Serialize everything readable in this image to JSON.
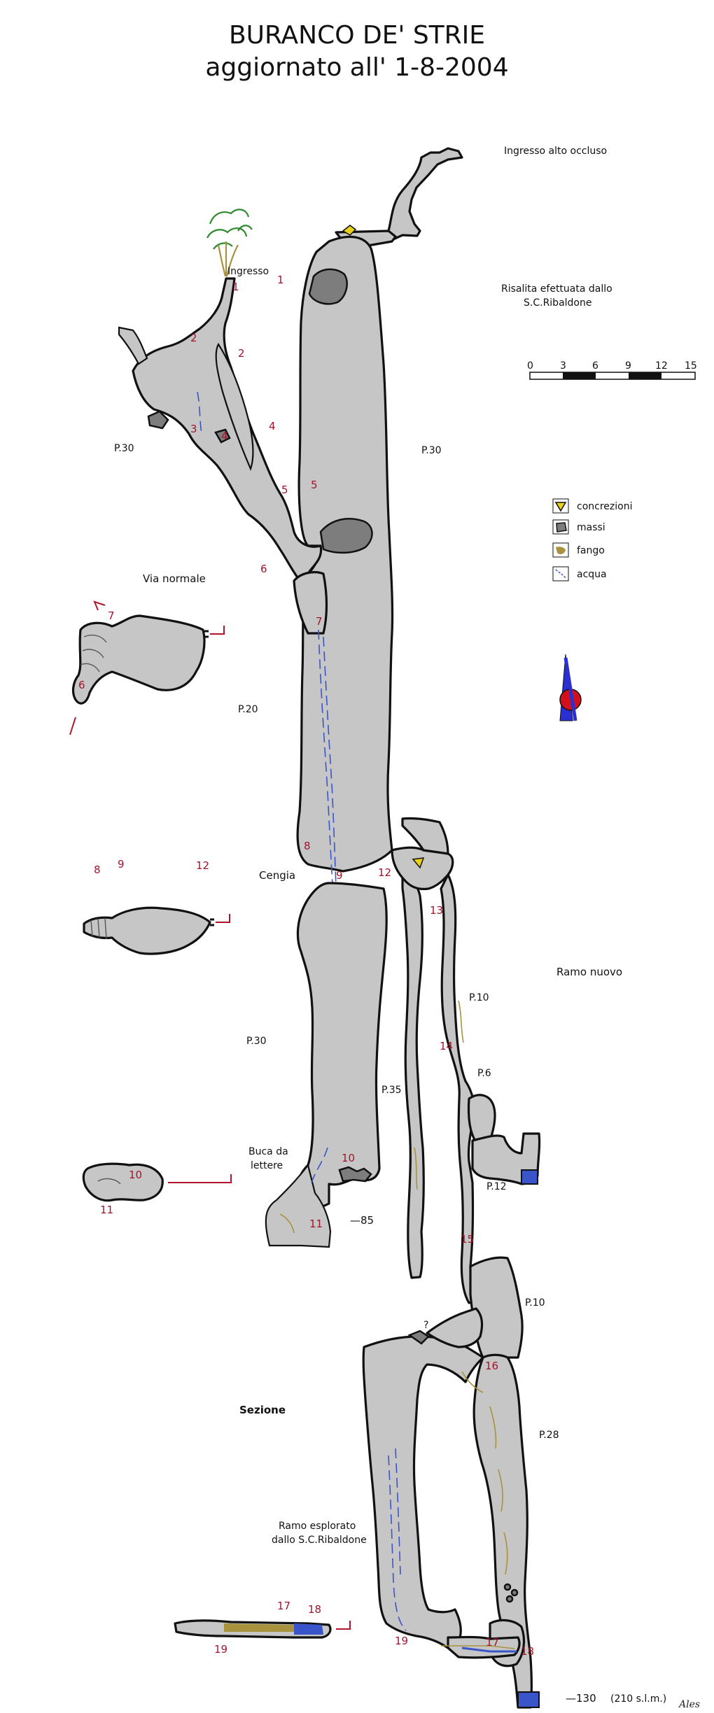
{
  "title_line1": "BURANCO DE' STRIE",
  "title_line2": "aggiornato all' 1-8-2004",
  "labels": {
    "ingresso_alto": "Ingresso alto occluso",
    "ingresso": "Ingresso",
    "risalita_1": "Risalita efettuata dallo",
    "risalita_2": "S.C.Ribaldone",
    "p30_left": "P.30",
    "p30_right": "P.30",
    "via_normale": "Via normale",
    "p20": "P.20",
    "cengia": "Cengia",
    "ramo_nuovo": "Ramo nuovo",
    "p10_a": "P.10",
    "p30_lower": "P.30",
    "p35": "P.35",
    "p6": "P.6",
    "buca_1": "Buca da",
    "buca_2": "lettere",
    "p12": "P.12",
    "depth_85": "—85",
    "p10_b": "P.10",
    "sezione": "Sezione",
    "p28": "P.28",
    "ramo_esplorato_1": "Ramo esplorato",
    "ramo_esplorato_2": "dallo S.C.Ribaldone",
    "depth_130": "—130",
    "elevation": "(210 s.l.m.)",
    "signature": "Ales",
    "question": "?"
  },
  "scale": {
    "ticks": [
      "0",
      "3",
      "6",
      "9",
      "12",
      "15"
    ]
  },
  "legend": [
    {
      "label": "concrezioni",
      "icon": "concretion-icon",
      "color": "#e9d11a"
    },
    {
      "label": "massi",
      "icon": "boulder-icon",
      "color": "#7d7d7d"
    },
    {
      "label": "fango",
      "icon": "mud-icon",
      "color": "#a8923e"
    },
    {
      "label": "acqua",
      "icon": "water-icon",
      "color": "#3a55c9"
    }
  ],
  "stations": {
    "s1a": "1",
    "s1b": "1",
    "s2a": "2",
    "s2b": "2",
    "s3": "3",
    "s4a": "4",
    "s4b": "4",
    "s5a": "5",
    "s5b": "5",
    "s6": "6",
    "s7": "7",
    "s8": "8",
    "s9": "9",
    "s10": "10",
    "s11": "11",
    "s12": "12",
    "s13": "13",
    "s14": "14",
    "s15": "15",
    "s16": "16",
    "s17": "17",
    "s18": "18",
    "x7": "7",
    "x6": "6",
    "x8": "8",
    "x9": "9",
    "x12": "12",
    "x10": "10",
    "x11": "11",
    "x17": "17",
    "x18": "18",
    "x19": "19",
    "x19b": "19"
  },
  "colors": {
    "cave_fill": "#c6c6c6",
    "station_red": "#a3142b",
    "water_blue": "#3a55c9",
    "mud_brown": "#a8923e",
    "concretion_yellow": "#e9d11a",
    "vegetation_green": "#2f8a2f",
    "compass_red": "#d2101c",
    "compass_blue": "#2a2fd1"
  }
}
